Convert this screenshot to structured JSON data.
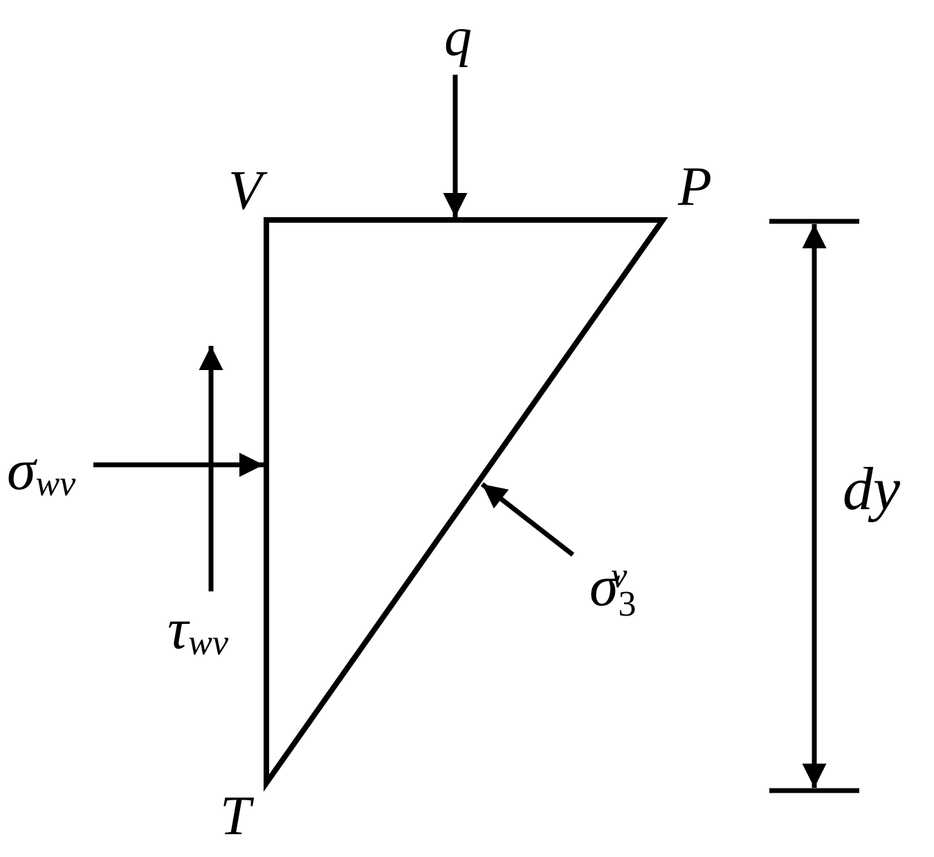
{
  "diagram": {
    "labels": {
      "q": "q",
      "V": "V",
      "P": "P",
      "T": "T",
      "dy": "dy",
      "sigma_wv": {
        "symbol": "σ",
        "subscript": "wv"
      },
      "tau_wv": {
        "symbol": "τ",
        "subscript": "wv"
      },
      "sigma3": {
        "symbol": "σ",
        "subscript": "3",
        "superscript": "v"
      }
    },
    "colors": {
      "stroke": "#000000",
      "background": "#ffffff"
    }
  }
}
